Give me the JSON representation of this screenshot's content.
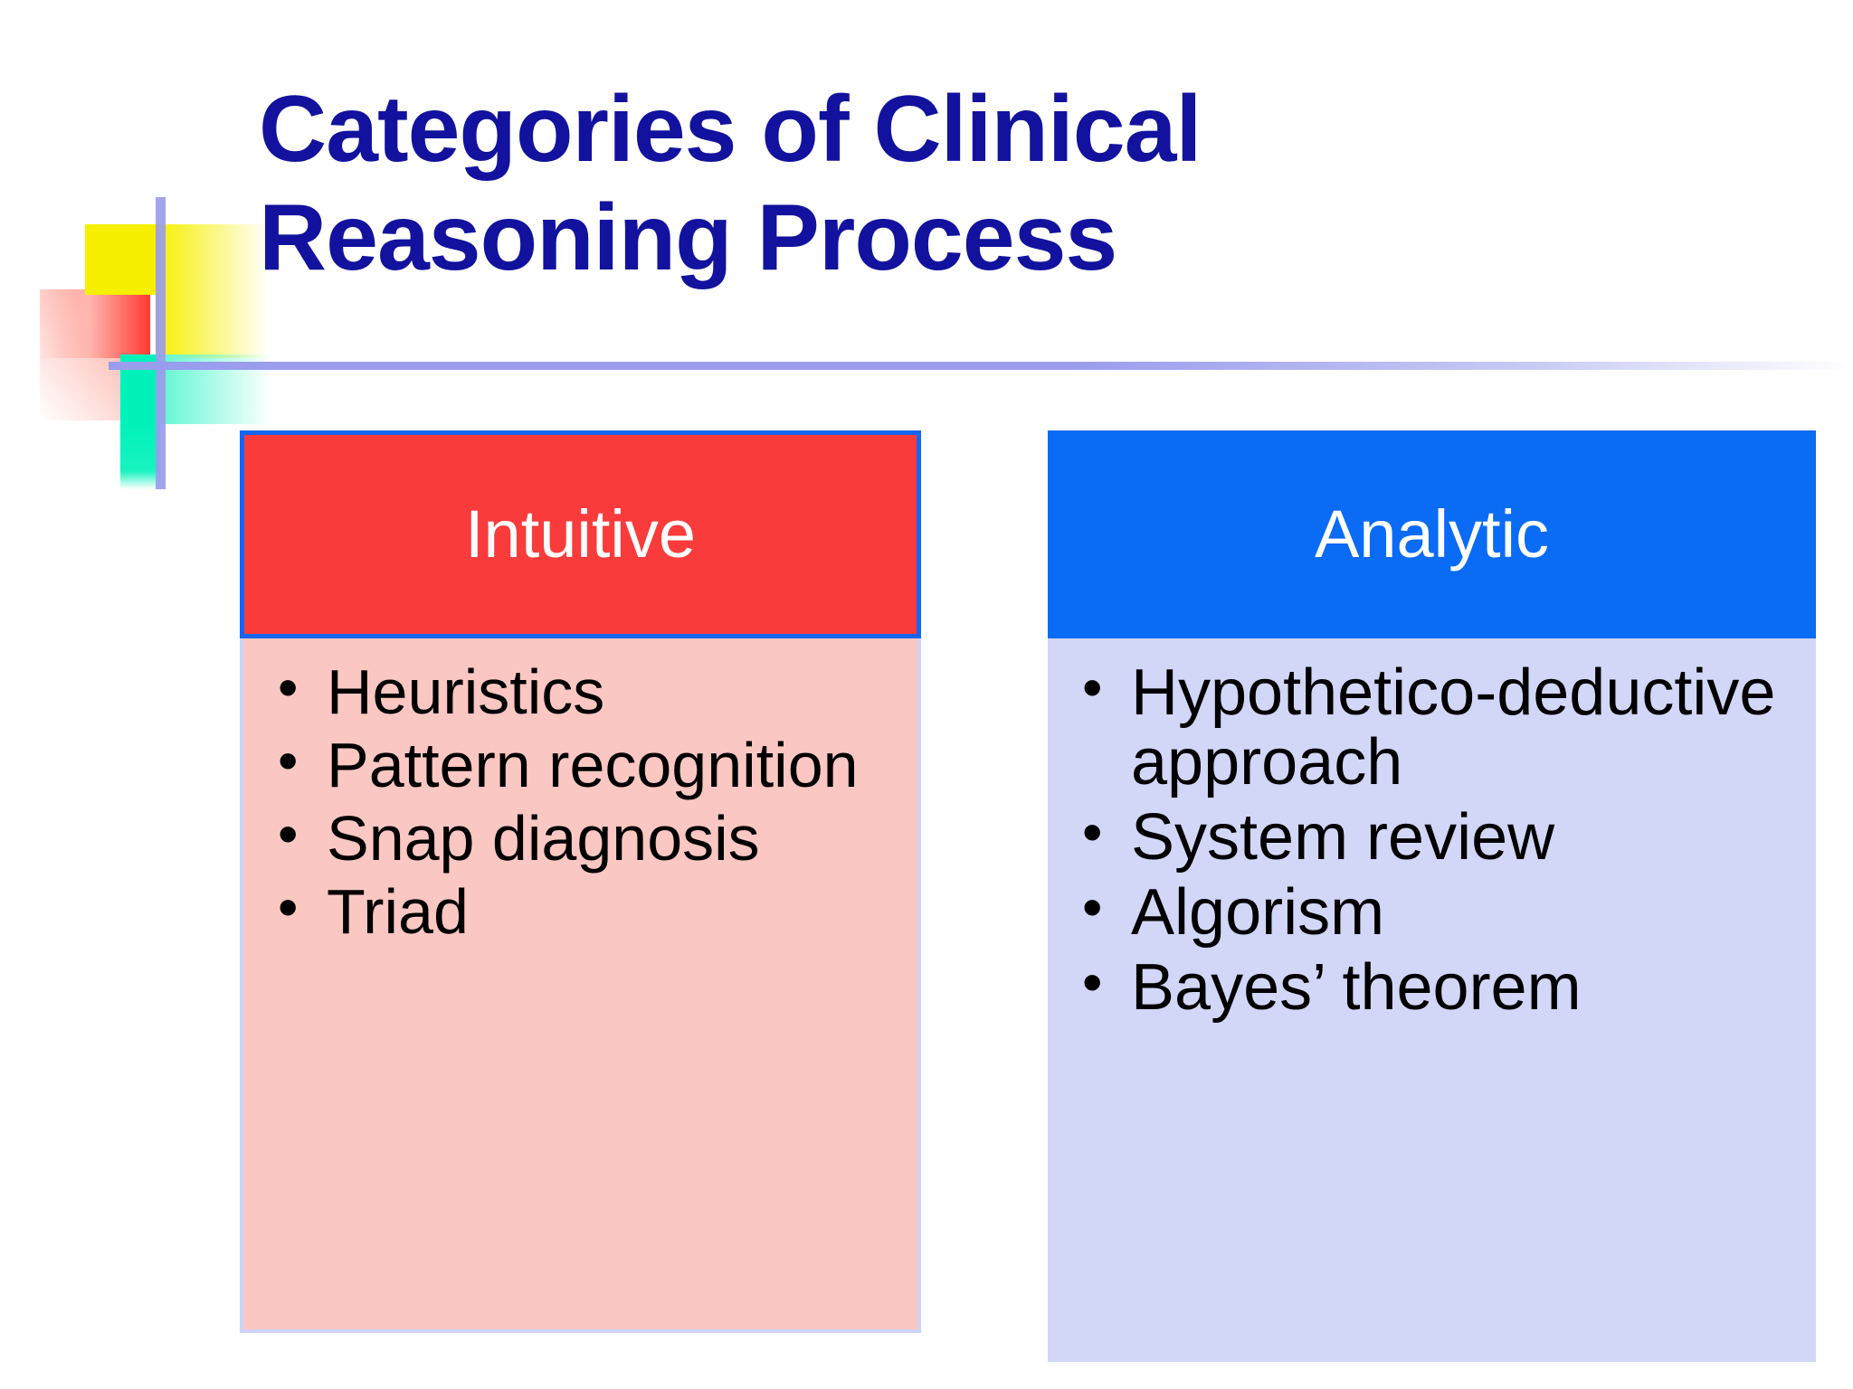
{
  "slide": {
    "title": "Categories of Clinical\nReasoning Process",
    "title_color": "#12129E",
    "background_color": "#FFFFFF",
    "decoration": {
      "yellow": "#F6F000",
      "red": "#FF3B32",
      "cyan": "#00F2BB",
      "line": "#9A9CED"
    },
    "columns": [
      {
        "key": "intuitive",
        "header": "Intuitive",
        "header_bg": "#F93B3B",
        "header_border": "#1565F0",
        "header_text_color": "#FFFFFF",
        "body_bg": "#FBC7C2",
        "body_border": "#CFD2F6",
        "items": [
          "Heuristics",
          "Pattern recognition",
          "Snap diagnosis",
          "Triad"
        ]
      },
      {
        "key": "analytic",
        "header": "Analytic",
        "header_bg": "#0A6BF5",
        "header_border": "#0A6BF5",
        "header_text_color": "#FFFFFF",
        "body_bg": "#D2D7F8",
        "body_border": "#D2D7F8",
        "items": [
          "Hypothetico-deductive approach",
          "System review",
          "Algorism",
          "Bayes’ theorem"
        ]
      }
    ]
  }
}
